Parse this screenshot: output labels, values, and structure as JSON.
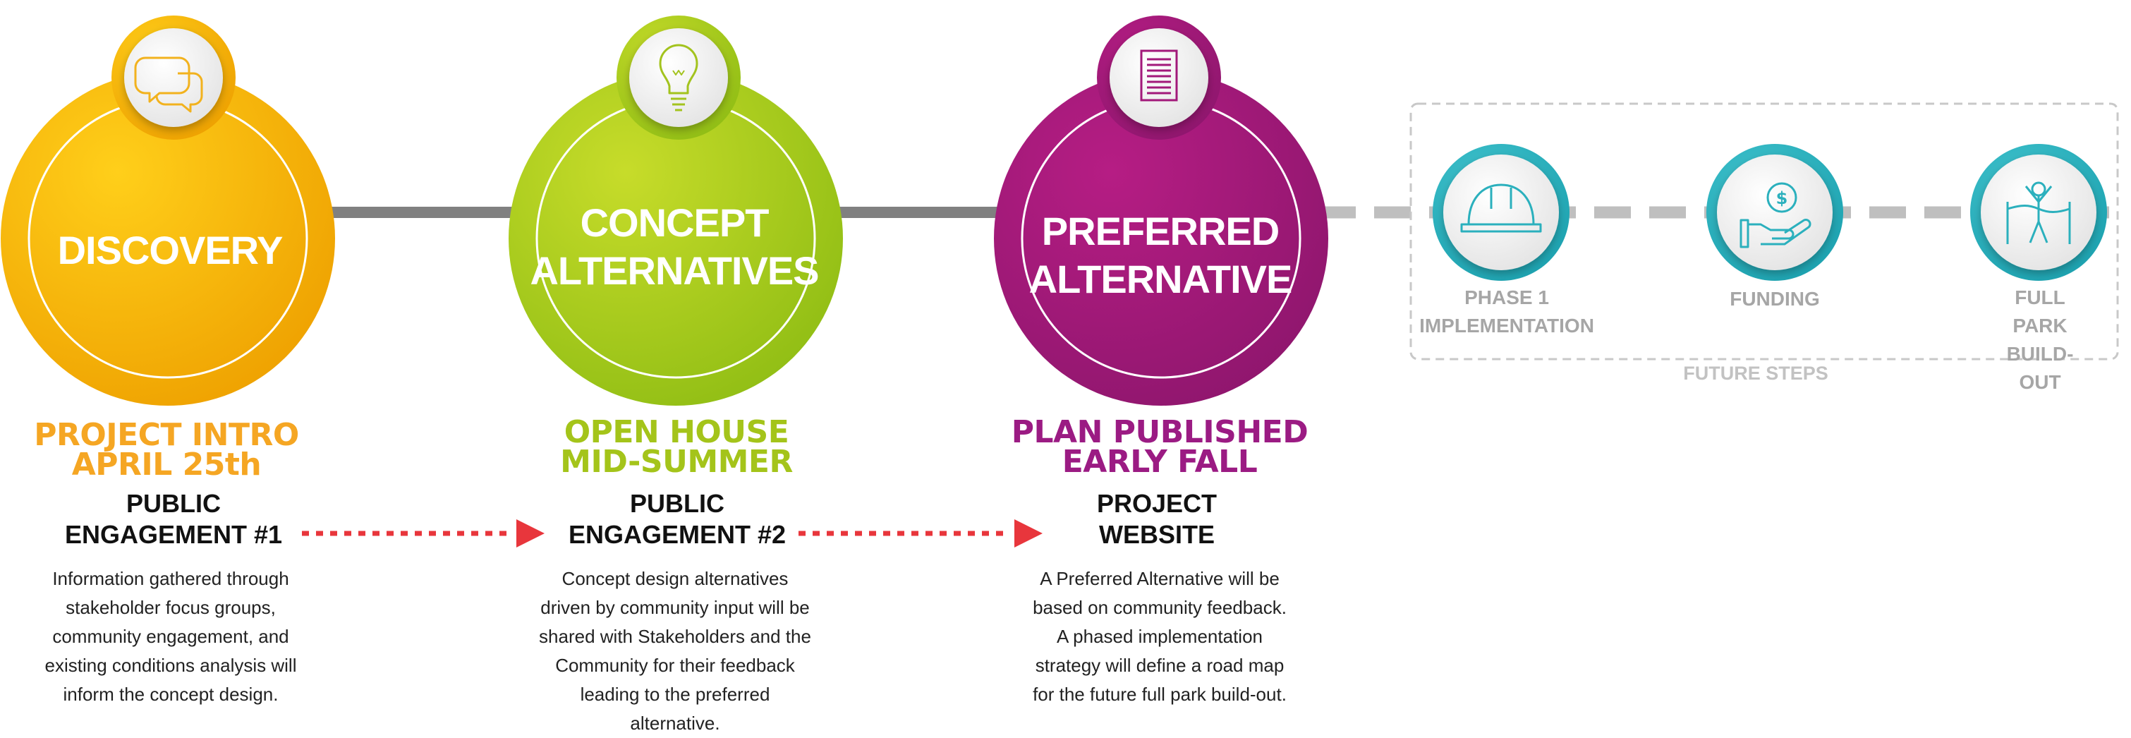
{
  "stages": [
    {
      "id": "discovery",
      "title_lines": [
        "DISCOVERY"
      ],
      "milestone_lines": [
        "PROJECT INTRO",
        "APRIL 25th"
      ],
      "engagement_lines": [
        "PUBLIC",
        "ENGAGEMENT #1"
      ],
      "description_lines": [
        "Information  gathered through",
        "stakeholder focus groups,",
        "community engagement, and",
        "existing conditions analysis will",
        "inform the concept  design."
      ],
      "icon": "speech-bubbles-icon",
      "color": "#f4b400",
      "milestone_color": "#f5a623"
    },
    {
      "id": "concept",
      "title_lines": [
        "CONCEPT",
        "ALTERNATIVES"
      ],
      "milestone_lines": [
        "OPEN HOUSE",
        "MID-SUMMER"
      ],
      "engagement_lines": [
        "PUBLIC",
        "ENGAGEMENT #2"
      ],
      "description_lines": [
        "Concept design alternatives",
        "driven by community input will be",
        "shared with Stakeholders and the",
        "Community for their feedback",
        "leading to the preferred",
        "alternative."
      ],
      "icon": "lightbulb-icon",
      "color": "#a6c81e",
      "milestone_color": "#a4c41a"
    },
    {
      "id": "preferred",
      "title_lines": [
        "PREFERRED",
        "ALTERNATIVE"
      ],
      "milestone_lines": [
        "PLAN PUBLISHED",
        "EARLY FALL"
      ],
      "engagement_lines": [
        "PROJECT",
        "WEBSITE"
      ],
      "description_lines": [
        "A Preferred Alternative will be",
        "based on community feedback.",
        "A phased implementation",
        "strategy will define a road map",
        "for the future full park build-out."
      ],
      "icon": "document-icon",
      "color": "#a2197a",
      "milestone_color": "#9b1b83"
    }
  ],
  "future_steps": {
    "label": "FUTURE STEPS",
    "items": [
      {
        "id": "phase1",
        "label_lines": [
          "PHASE 1",
          "IMPLEMENTATION"
        ],
        "icon": "hard-hat-icon"
      },
      {
        "id": "funding",
        "label_lines": [
          "FUNDING"
        ],
        "icon": "money-hand-icon"
      },
      {
        "id": "buildout",
        "label_lines": [
          "FULL PARK",
          "BUILD-OUT"
        ],
        "icon": "finish-line-icon"
      }
    ],
    "ring_color": "#29b3c0",
    "text_color": "#a6a6a6"
  },
  "colors": {
    "solid_connector": "#808080",
    "dashed_connector": "#bfbfbf",
    "arrow": "#e8363c",
    "future_box_border": "#c8c8c8"
  }
}
